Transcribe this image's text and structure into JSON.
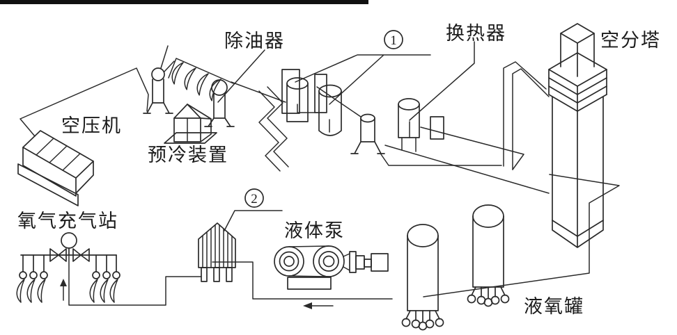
{
  "figure": {
    "type": "process-flow-diagram",
    "background": "#ffffff",
    "line_color": "#2a2a2a",
    "labels": {
      "air_compressor": "空压机",
      "oil_remover": "除油器",
      "precooling_unit": "预冷装置",
      "heat_exchanger": "换热器",
      "air_separation_tower": "空分塔",
      "oxygen_filling_station": "氧气充气站",
      "liquid_pump": "液体泵",
      "liquid_oxygen_tank": "液氧罐"
    },
    "callouts": [
      {
        "label": "1"
      },
      {
        "label": "2"
      }
    ]
  }
}
